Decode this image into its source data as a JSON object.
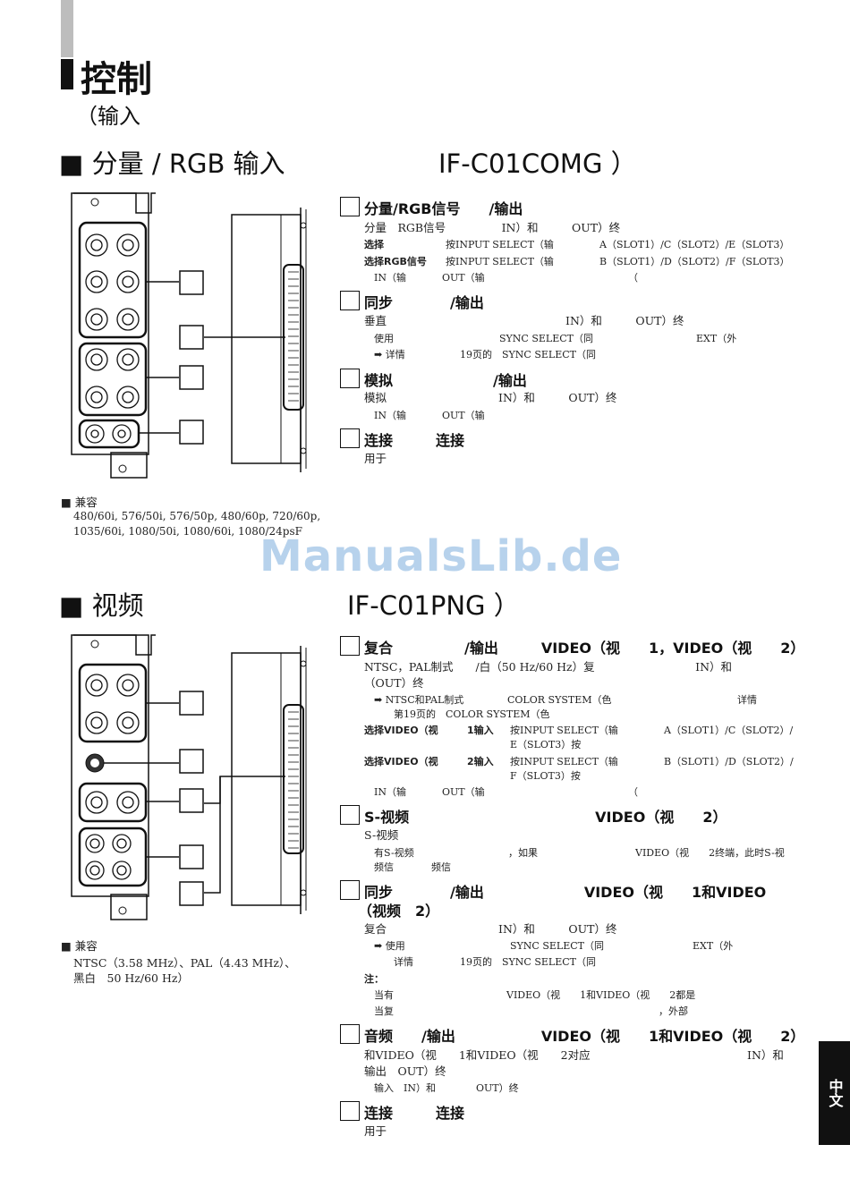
{
  "page_title": "控制",
  "page_subtitle": "（输入",
  "side_tab": "中文",
  "watermark": "ManualsLib.de",
  "sec1": {
    "title": "■ 分量 / RGB 输入",
    "model": "IF-C01COMG ）",
    "compat_head": "■ 兼容",
    "compat_l1": "480/60i, 576/50i, 576/50p, 480/60p, 720/60p,",
    "compat_l2": "1035/60i, 1080/50i, 1080/60i, 1080/24psF",
    "item1": {
      "head": "分量/RGB信号　　/输出",
      "l1": "分量　RGB信号　　　　　IN）和　　　OUT）终",
      "l2a": "选择",
      "l2b": "按INPUT SELECT（输",
      "l2c": "A（SLOT1）/C（SLOT2）/E（SLOT3）",
      "l3a": "选择RGB信号",
      "l3b": "按INPUT SELECT（输",
      "l3c": "B（SLOT1）/D（SLOT2）/F（SLOT3）",
      "l4a": "IN（输",
      "l4b": "OUT（输",
      "l4c": "（"
    },
    "item2": {
      "head": "同步　　　　/输出",
      "l1": "垂直　　　　　　　　　　　　　　　　IN）和　　　OUT）终",
      "l2a": "使用",
      "l2b": "SYNC SELECT（同",
      "l2c": "EXT（外",
      "l3a": "➡ 详情",
      "l3b": "19页的　SYNC SELECT（同"
    },
    "item3": {
      "head": "模拟　　　　　　　/输出",
      "l1": "模拟　　　　　　　　　　IN）和　　　OUT）终",
      "l2a": "IN（输",
      "l2b": "OUT（输"
    },
    "item4": {
      "head": "连接　　　连接",
      "l1": "用于"
    }
  },
  "sec2": {
    "title": "■ 视频",
    "model": "IF-C01PNG ）",
    "compat_head": "■ 兼容",
    "compat_l1": "NTSC（3.58 MHz）、PAL（4.43 MHz）、",
    "compat_l2": "黑白　50 Hz/60 Hz）",
    "item1": {
      "head": "复合　　　　　/输出　　　VIDEO（视　　1，VIDEO（视　　2）",
      "l1": "NTSC，PAL制式　　/白（50 Hz/60 Hz）复　　　　　　　　　IN）和",
      "l2": "（OUT）终",
      "l3a": "➡ NTSC和PAL制式",
      "l3b": "COLOR SYSTEM（色",
      "l3c": "详情",
      "l4": "第19页的　COLOR SYSTEM（色",
      "l5a": "选择VIDEO（视",
      "l5b": "1输入",
      "l5c": "按INPUT SELECT（输",
      "l5d": "A（SLOT1）/C（SLOT2）/",
      "l6": "E（SLOT3）按",
      "l7a": "选择VIDEO（视",
      "l7b": "2输入",
      "l7c": "按INPUT SELECT（输",
      "l7d": "B（SLOT1）/D（SLOT2）/",
      "l8": "F（SLOT3）按",
      "l9a": "IN（输",
      "l9b": "OUT（输",
      "l9c": "（"
    },
    "item2": {
      "head": "S-视频　　　　　　　　　　　　　VIDEO（视　　2）",
      "l1": "S-视频",
      "l2a": "有S-视频",
      "l2b": "，如果",
      "l2c": "VIDEO（视　　2终端，此时S-视",
      "l3a": "频信",
      "l3b": "频信"
    },
    "item3": {
      "head": "同步　　　　/输出　　　　　　　VIDEO（视　　1和VIDEO",
      "head2": "（视频　2）",
      "l1": "复合　　　　　　　　　　IN）和　　　OUT）终",
      "l2a": "➡ 使用",
      "l2b": "SYNC SELECT（同",
      "l2c": "EXT（外",
      "l3a": "详情",
      "l3b": "19页的　SYNC SELECT（同",
      "note": "注：",
      "l4a": "当有",
      "l4b": "VIDEO（视　　1和VIDEO（视　　2都是",
      "l5a": "当复",
      "l5b": "，外部"
    },
    "item4": {
      "head": "音频　　/输出　　　　　　VIDEO（视　　1和VIDEO（视　　2）",
      "l1a": "和VIDEO（视　　1和VIDEO（视　　2对应",
      "l1b": "IN）和",
      "l2": "输出　OUT）终",
      "l3a": "输入　IN）和",
      "l3b": "OUT）终"
    },
    "item5": {
      "head": "连接　　　连接",
      "l1": "用于"
    }
  }
}
